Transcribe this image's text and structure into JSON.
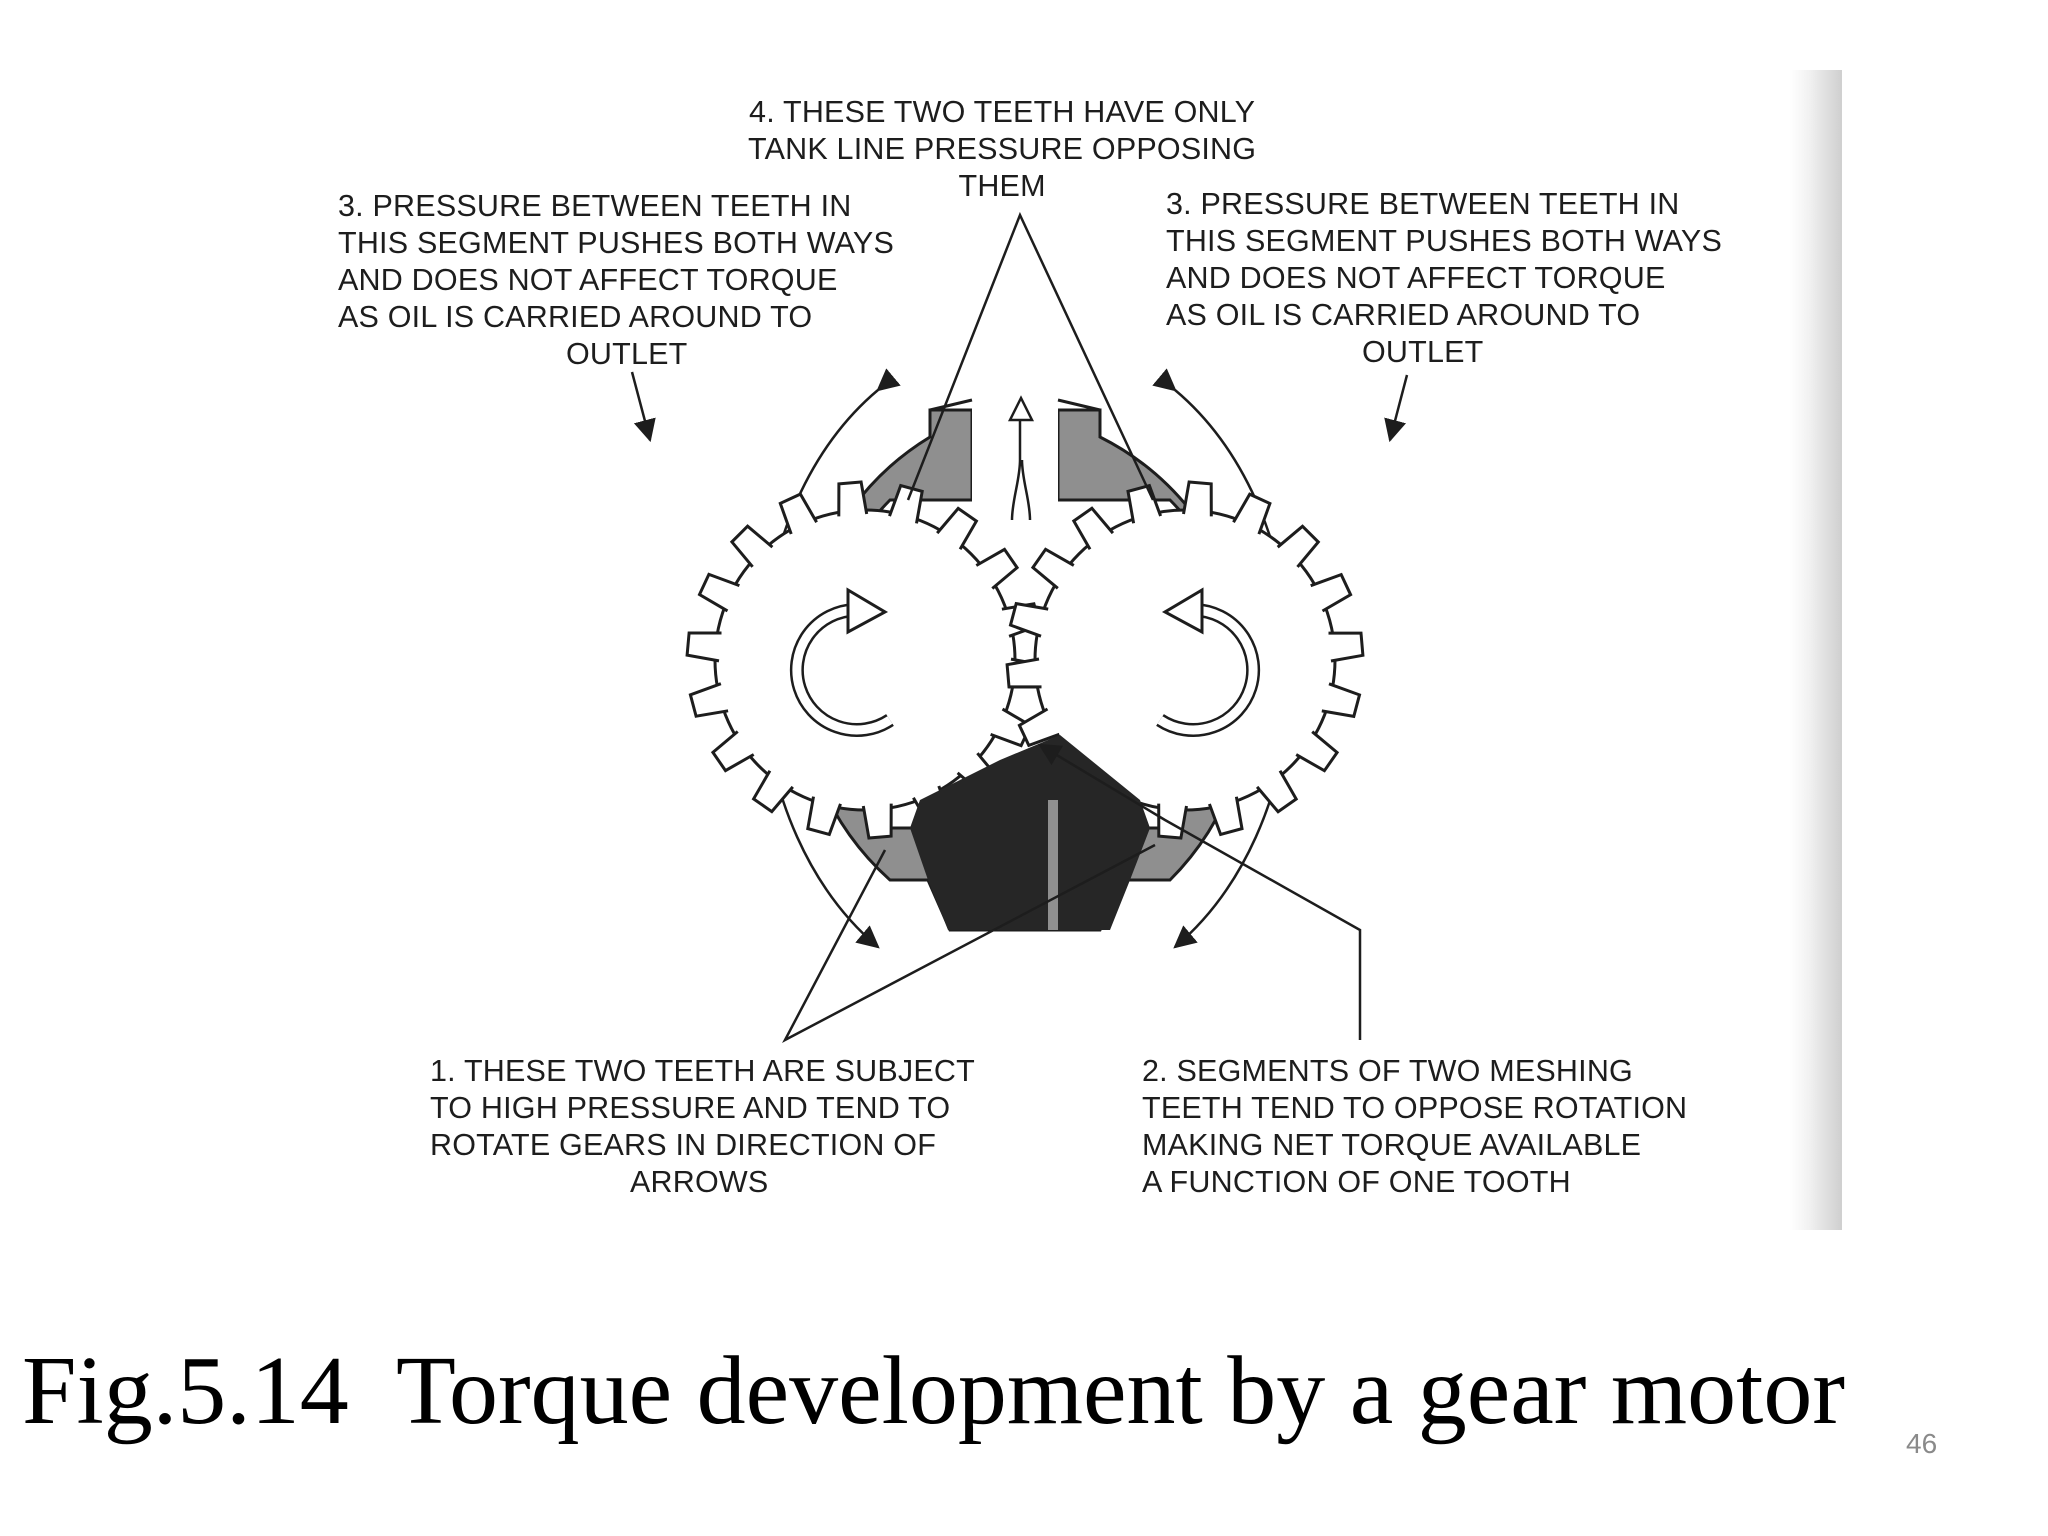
{
  "labels": {
    "label4": [
      "4. THESE TWO TEETH HAVE ONLY",
      "TANK LINE PRESSURE OPPOSING",
      "THEM"
    ],
    "label3_left": [
      "3. PRESSURE BETWEEN TEETH IN",
      "THIS SEGMENT PUSHES BOTH WAYS",
      "AND DOES NOT AFFECT TORQUE",
      "AS OIL IS CARRIED AROUND TO",
      "OUTLET"
    ],
    "label3_right": [
      "3. PRESSURE BETWEEN TEETH IN",
      "THIS SEGMENT PUSHES BOTH WAYS",
      "AND DOES NOT AFFECT TORQUE",
      "AS OIL IS CARRIED AROUND TO",
      "OUTLET"
    ],
    "label1": [
      "1. THESE TWO TEETH ARE SUBJECT",
      "TO HIGH PRESSURE AND TEND TO",
      "ROTATE GEARS IN DIRECTION OF",
      "ARROWS"
    ],
    "label2": [
      "2. SEGMENTS OF TWO MESHING",
      "TEETH TEND TO OPPOSE ROTATION",
      "MAKING NET TORQUE AVAILABLE",
      "A FUNCTION OF ONE TOOTH"
    ]
  },
  "caption": "Fig.5.14  Torque development by a gear motor",
  "page_number": "46",
  "colors": {
    "housing": "#8f8f8f",
    "high_pressure": "#262626",
    "ink": "#1d1d1d",
    "scan_edge": "#d6d6d6"
  }
}
